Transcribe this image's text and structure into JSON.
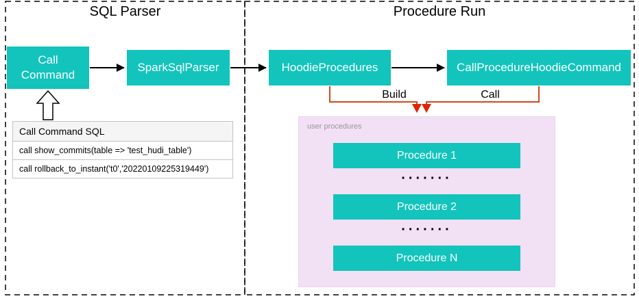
{
  "colors": {
    "node_teal": "#12c4bc",
    "user_procedures_bg": "#f2e0f4",
    "connector_orange": "#d0491f",
    "arrowhead_red": "#e02400",
    "arrow_black": "#000000"
  },
  "sections": {
    "sql_parser_title": "SQL Parser",
    "procedure_run_title": "Procedure Run"
  },
  "nodes": {
    "call_command": "Call\nCommand",
    "spark_sql_parser": "SparkSqlParser",
    "hoodie_procedures": "HoodieProcedures",
    "call_procedure_hoodie_command": "CallProcedureHoodieCommand"
  },
  "edge_labels": {
    "build": "Build",
    "call": "Call"
  },
  "sql_panel": {
    "header": "Call Command SQL",
    "lines": [
      "call show_commits(table => 'test_hudi_table')",
      "call rollback_to_instant('t0','20220109225319449')"
    ]
  },
  "user_procedures": {
    "label": "user procedures",
    "items": [
      "Procedure 1",
      "Procedure 2",
      "Procedure N"
    ],
    "dots": "·······"
  }
}
